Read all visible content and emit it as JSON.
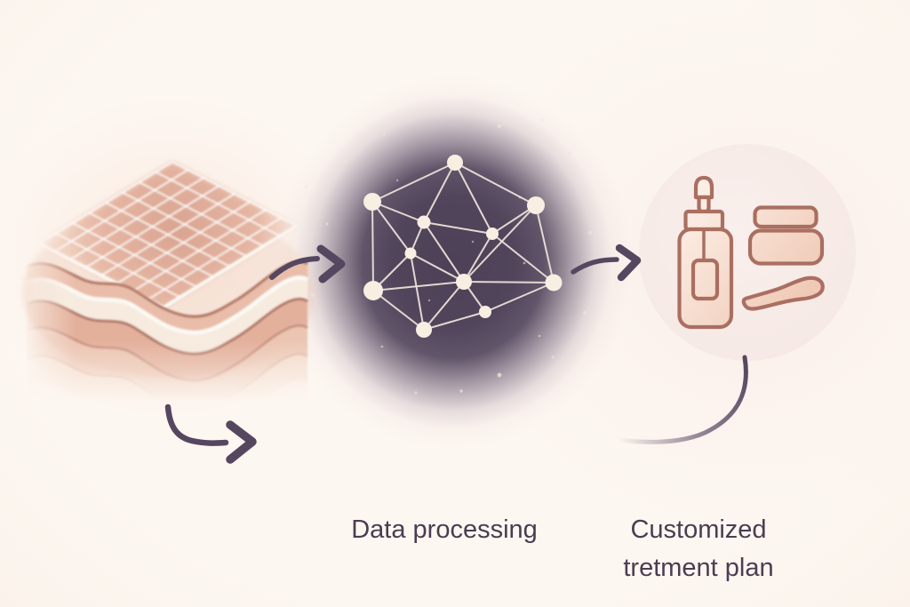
{
  "figure": {
    "type": "process-flow-illustration",
    "steps": [
      {
        "id": "skin-scan",
        "icon": "skin-layers",
        "label": ""
      },
      {
        "id": "data-processing",
        "icon": "neural-network",
        "label": "Data processing"
      },
      {
        "id": "treatment-plan",
        "icon": "skincare-products",
        "label": "Customized tretment plan",
        "label_lines": [
          "Customized",
          "tretment plan"
        ]
      }
    ],
    "colors": {
      "background": "#fcf5ef",
      "text": "#4a3d52",
      "arrow": "#564760",
      "network_glow": "#4c4156",
      "network_node": "#f8efe2",
      "network_edge": "#ece0d8",
      "star_dot": "#f0e4da",
      "product_outline": "#aa6f61",
      "product_circle": "#f7ebe7",
      "skin_surface": "#dcab99",
      "skin_layer_line": "#ae7260"
    },
    "network": {
      "nodes": [
        [
          512,
          183,
          9
        ],
        [
          419,
          227,
          10
        ],
        [
          603,
          231,
          10
        ],
        [
          477,
          250,
          7.5
        ],
        [
          554,
          263,
          7
        ],
        [
          462,
          285,
          6.5
        ],
        [
          522,
          317,
          9
        ],
        [
          623,
          318,
          9.5
        ],
        [
          420,
          327,
          11
        ],
        [
          546,
          351,
          7
        ],
        [
          477,
          371,
          9
        ]
      ],
      "edges": [
        [
          0,
          1
        ],
        [
          0,
          2
        ],
        [
          0,
          3
        ],
        [
          0,
          4
        ],
        [
          1,
          3
        ],
        [
          1,
          5
        ],
        [
          1,
          8
        ],
        [
          2,
          4
        ],
        [
          2,
          6
        ],
        [
          2,
          7
        ],
        [
          3,
          4
        ],
        [
          3,
          5
        ],
        [
          3,
          6
        ],
        [
          4,
          6
        ],
        [
          4,
          7
        ],
        [
          5,
          6
        ],
        [
          5,
          8
        ],
        [
          5,
          10
        ],
        [
          6,
          7
        ],
        [
          6,
          8
        ],
        [
          6,
          9
        ],
        [
          6,
          10
        ],
        [
          7,
          9
        ],
        [
          8,
          10
        ],
        [
          9,
          10
        ]
      ],
      "stars": [
        [
          388,
          182,
          2
        ],
        [
          432,
          152,
          1.5
        ],
        [
          562,
          142,
          2
        ],
        [
          641,
          172,
          1.6
        ],
        [
          368,
          252,
          1.6
        ],
        [
          352,
          332,
          2
        ],
        [
          398,
          422,
          2
        ],
        [
          468,
          442,
          1.6
        ],
        [
          562,
          422,
          2.4
        ],
        [
          622,
          402,
          1.6
        ],
        [
          658,
          352,
          2
        ],
        [
          664,
          262,
          2
        ],
        [
          590,
          296,
          1.4
        ],
        [
          447,
          203,
          1.2
        ],
        [
          585,
          222,
          1.4
        ],
        [
          532,
          272,
          1.2
        ],
        [
          483,
          338,
          1.2
        ],
        [
          607,
          378,
          1.3
        ],
        [
          519,
          440,
          1.8
        ],
        [
          430,
          390,
          1.3
        ],
        [
          345,
          210,
          1.4
        ],
        [
          500,
          120,
          1.5
        ],
        [
          610,
          135,
          1.3
        ],
        [
          675,
          310,
          1.4
        ]
      ]
    }
  }
}
